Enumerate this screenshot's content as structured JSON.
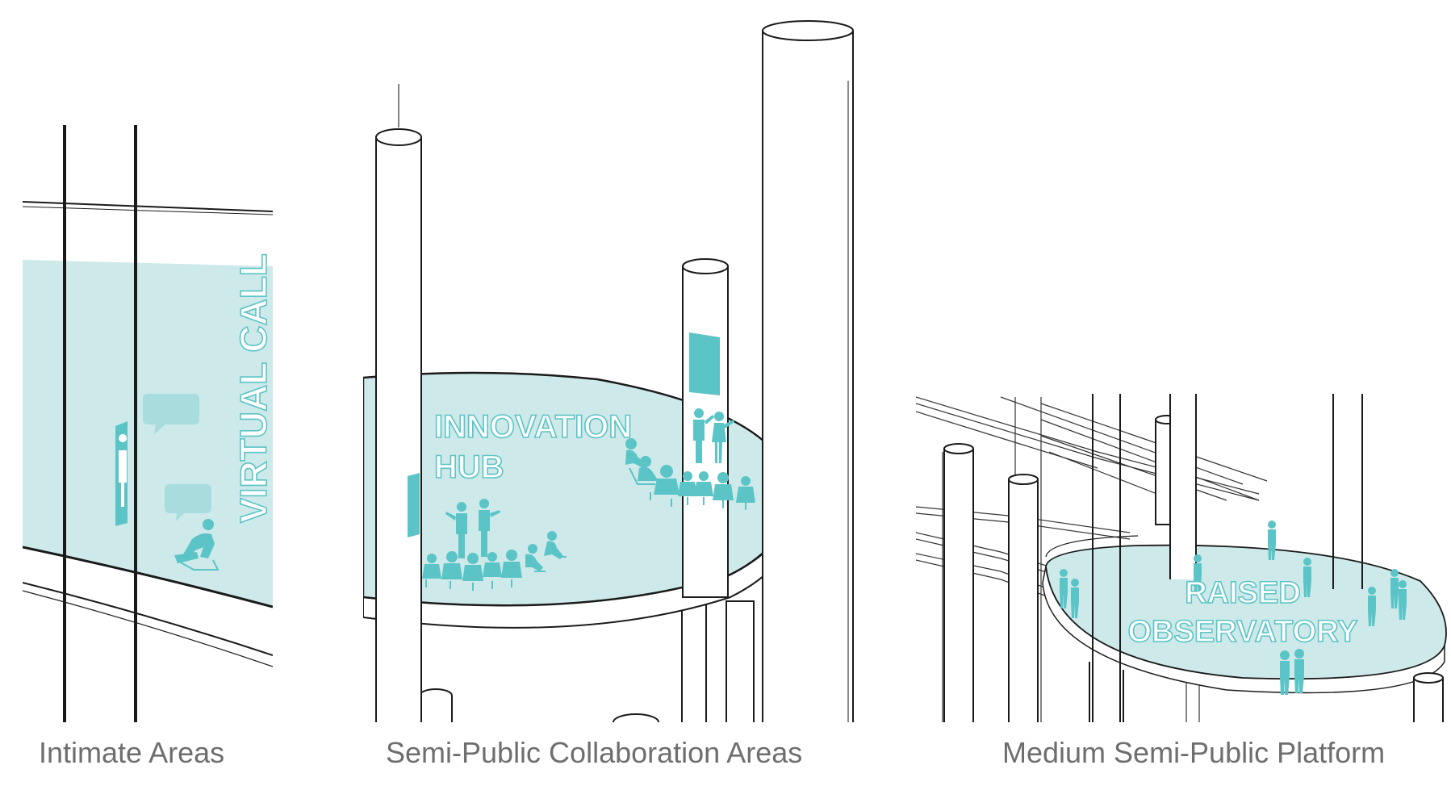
{
  "panels": [
    {
      "caption": "Intimate Areas",
      "label_lines": [
        "VIRTUAL CALL"
      ]
    },
    {
      "caption": "Semi-Public Collaboration Areas",
      "label_lines": [
        "INNOVATION",
        "HUB"
      ]
    },
    {
      "caption": "Medium Semi-Public Platform",
      "label_lines": [
        "RAISED",
        "OBSERVATORY"
      ]
    }
  ],
  "colors": {
    "accent": "#5bc4c6",
    "floor_fill": "#cde9ea",
    "line": "#1a1a1a",
    "caption": "#6e6e6e"
  }
}
